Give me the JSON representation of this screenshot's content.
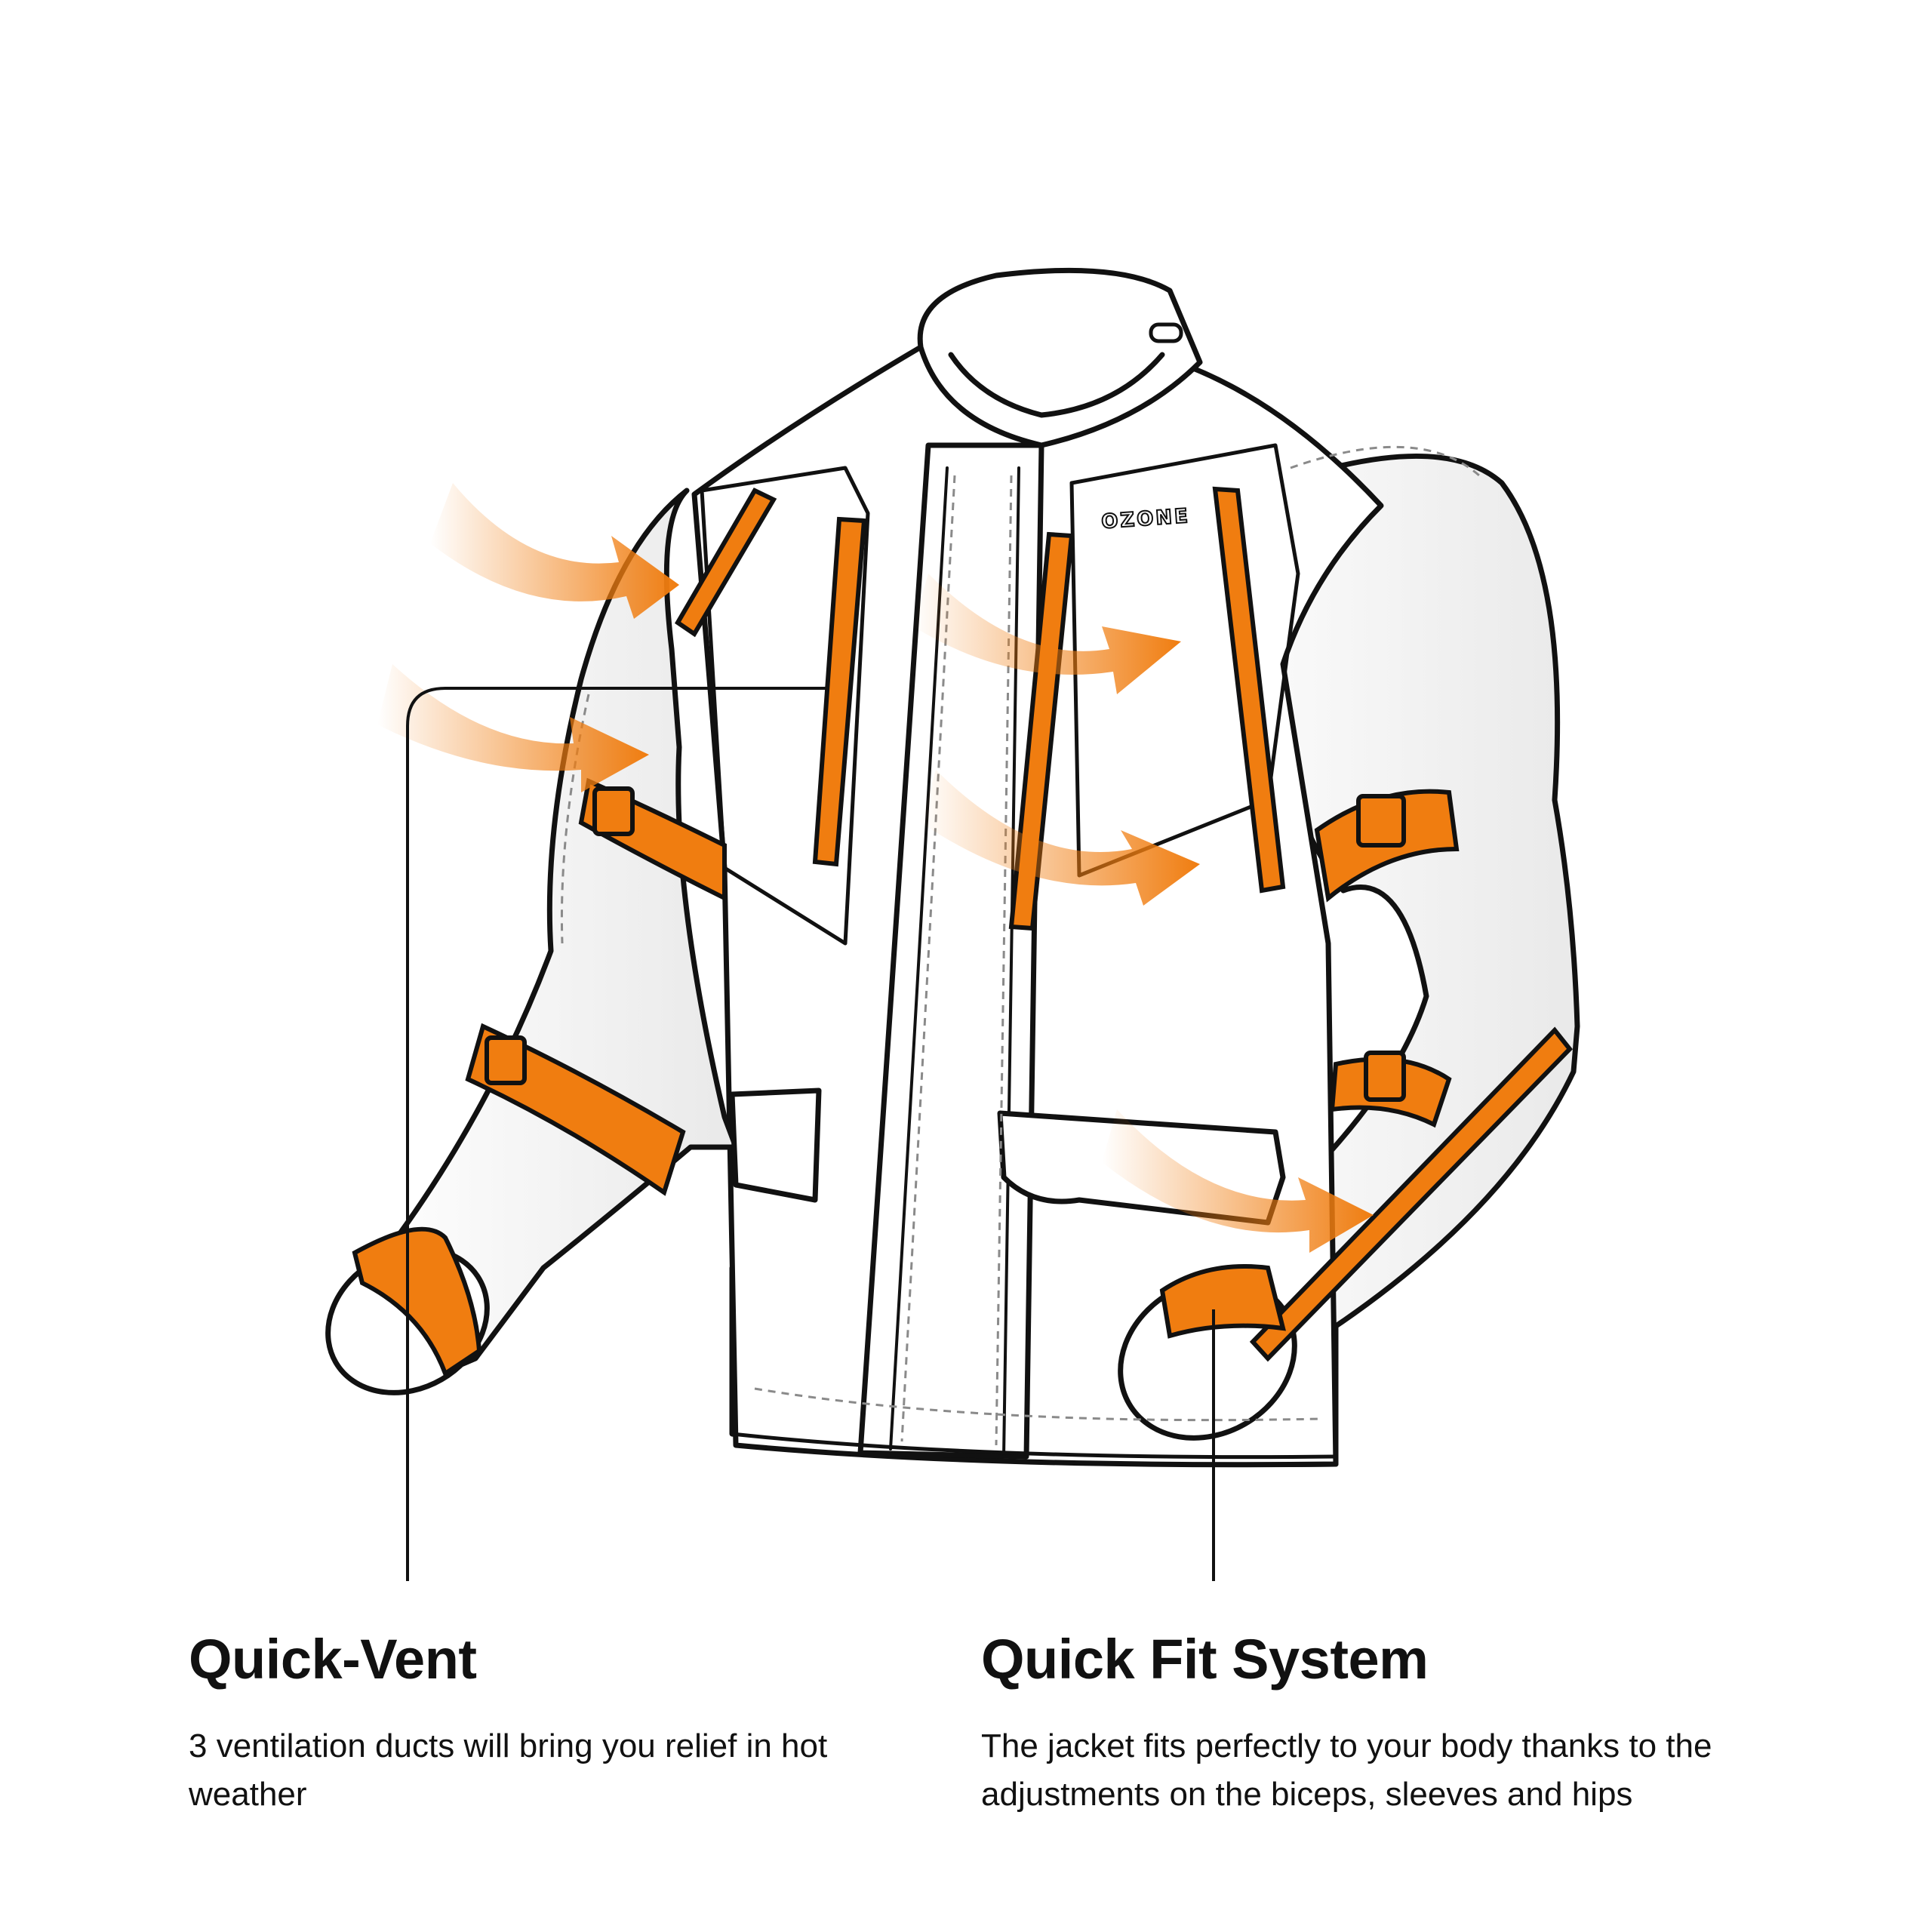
{
  "brand": {
    "logo_text": "OZONE"
  },
  "colors": {
    "accent": "#F07D10",
    "outline": "#111111",
    "fill": "#FFFFFF",
    "shade": "#EDEDED",
    "stitch": "#8A8A8A"
  },
  "features": [
    {
      "title": "Quick-Vent",
      "description": "3 ventilation ducts will bring you relief in hot weather"
    },
    {
      "title": "Quick Fit System",
      "description": "The jacket fits perfectly to your body thanks to the adjustments on the biceps, sleeves and hips"
    }
  ]
}
